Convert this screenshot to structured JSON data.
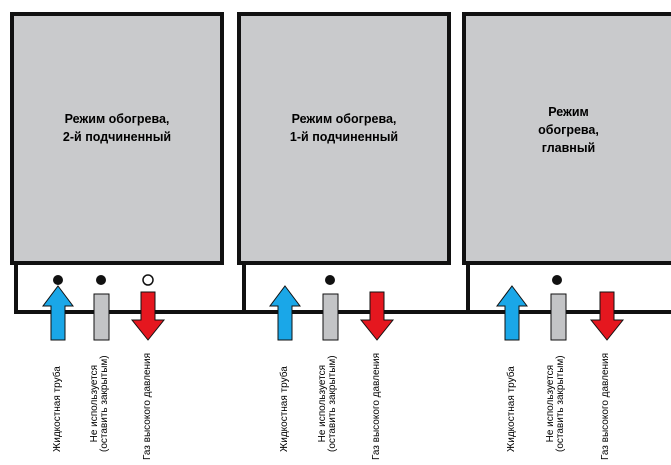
{
  "units": [
    {
      "title": "Режим обогрева,\n2-й подчиненный"
    },
    {
      "title": "Режим обогрева,\n1-й подчиненный"
    },
    {
      "title": "Режим\nобогрева,\nглавный"
    }
  ],
  "labels": {
    "liquid": "Жидкостная труба",
    "unused": "Не используется\n(оставить закрытым)",
    "gas": "Газ высокого давления"
  },
  "colors": {
    "liquid_arrow": "#1aa7e8",
    "unused_bar": "#c3c4c6",
    "gas_arrow": "#e5171f",
    "pipe": "#111111",
    "unit_fill": "#c9cacc"
  }
}
